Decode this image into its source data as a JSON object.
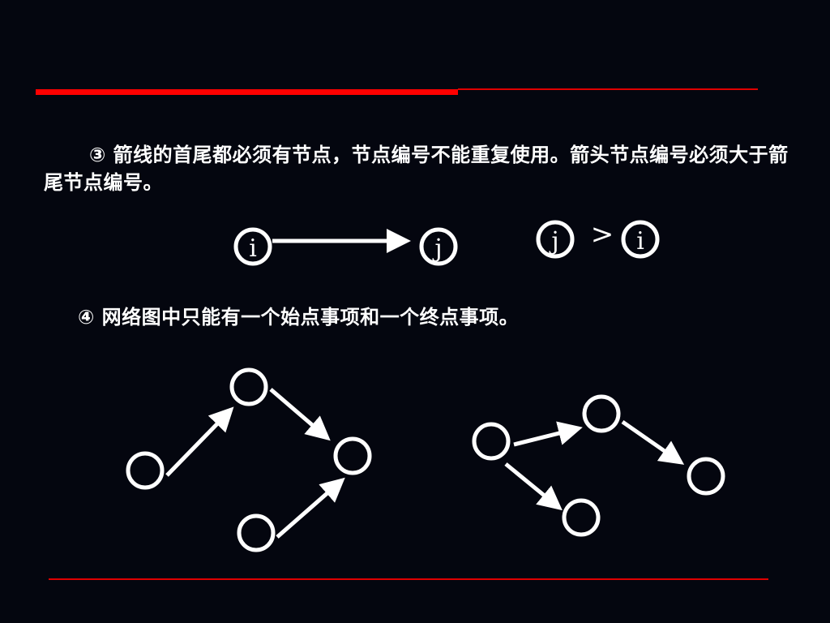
{
  "rule3": {
    "text": "③ 箭线的首尾都必须有节点，节点编号不能重复使用。箭头节点编号必须大于箭尾节点编号。"
  },
  "rule4": {
    "text": "④ 网络图中只能有一个始点事项和一个终点事项。"
  },
  "example": {
    "tail_node": "i",
    "head_node": "j",
    "compare_left": "j",
    "compare_op": ">",
    "compare_right": "i"
  },
  "colors": {
    "background": "#04060f",
    "accent_rule": "#ff0000",
    "foreground": "#ffffff"
  }
}
